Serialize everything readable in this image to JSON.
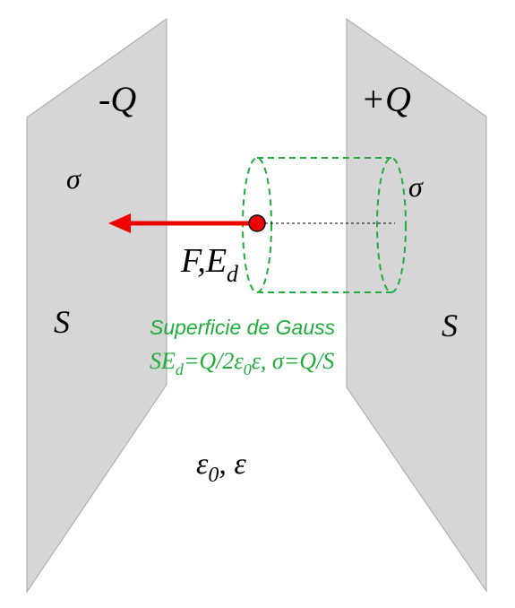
{
  "colors": {
    "plate_fill": "#d6d6d6",
    "plate_stroke": "#a6a6a6",
    "gauss": "#1fad3b",
    "arrow": "#ee0000",
    "charge_fill": "#ee0000",
    "charge_stroke": "#000000",
    "text": "#000000"
  },
  "left_plate": {
    "charge": "-Q",
    "density": "σ",
    "area": "S"
  },
  "right_plate": {
    "charge": "+Q",
    "density": "σ",
    "area": "S"
  },
  "force_label": {
    "main": "F,E",
    "sub": "d"
  },
  "gauss": {
    "title": "Superficie de Gauss",
    "eq_p1": "SE",
    "eq_p1_sub": "d",
    "eq_p2": "=Q/2ε",
    "eq_p2_sub": "0",
    "eq_p3": "ε, σ=Q/S"
  },
  "medium": {
    "eps": "ε",
    "eps_sub": "0",
    "rest": ", ε"
  }
}
